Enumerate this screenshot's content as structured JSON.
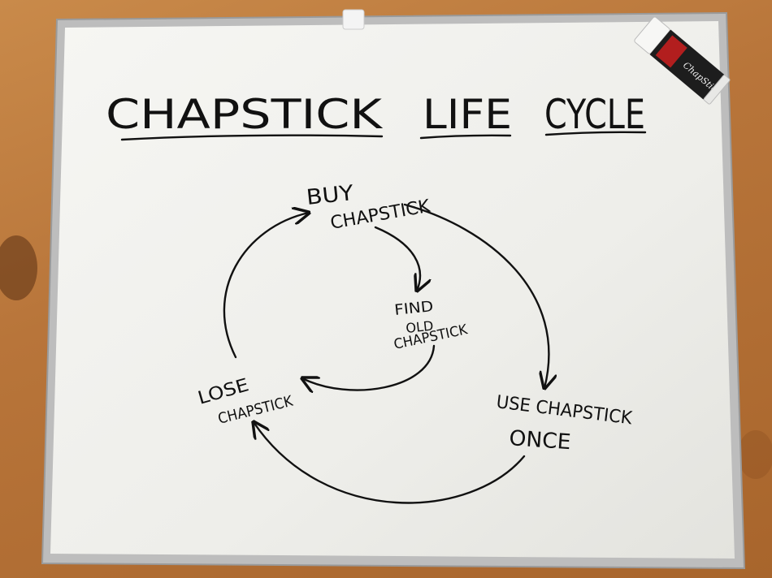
{
  "board": {
    "title": {
      "part1": "CHAPSTICK",
      "part2": "LIFE",
      "part3": "CYCLE"
    }
  },
  "diagram": {
    "nodes": {
      "buy": {
        "line1": "BUY",
        "line2": "CHAPSTICK"
      },
      "find_old": {
        "line1": "FIND",
        "line2": "OLD",
        "line3": "CHAPSTICK"
      },
      "use_once": {
        "line1": "USE CHAPSTICK",
        "line2": "ONCE"
      },
      "lose": {
        "line1": "LOSE",
        "line2": "CHAPSTICK"
      }
    },
    "ink_color": "#111111"
  },
  "props": {
    "chapstick_tube": {
      "brand_text": "ChapStick"
    }
  },
  "colors": {
    "board_surface": "#f2f2ef",
    "frame": "#c8c8c8",
    "table_wood": "#b8753a"
  }
}
